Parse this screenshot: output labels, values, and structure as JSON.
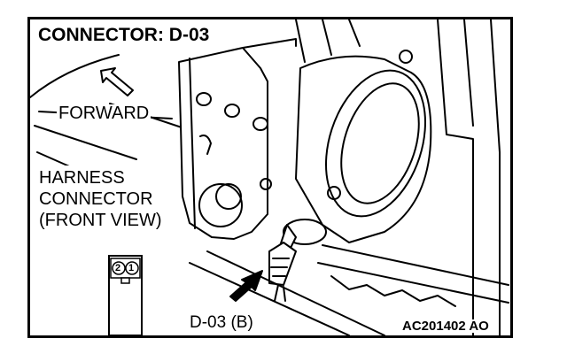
{
  "diagram": {
    "title": "CONNECTOR: D-03",
    "forward_label": "FORWARD",
    "harness_label": [
      "HARNESS",
      "CONNECTOR",
      "(FRONT VIEW)"
    ],
    "callout_label": "D-03 (B)",
    "figure_code": "AC201402 AO",
    "pins": [
      "2",
      "1"
    ],
    "icons": [
      "forward-arrow-icon",
      "pointer-arrow-icon"
    ]
  }
}
